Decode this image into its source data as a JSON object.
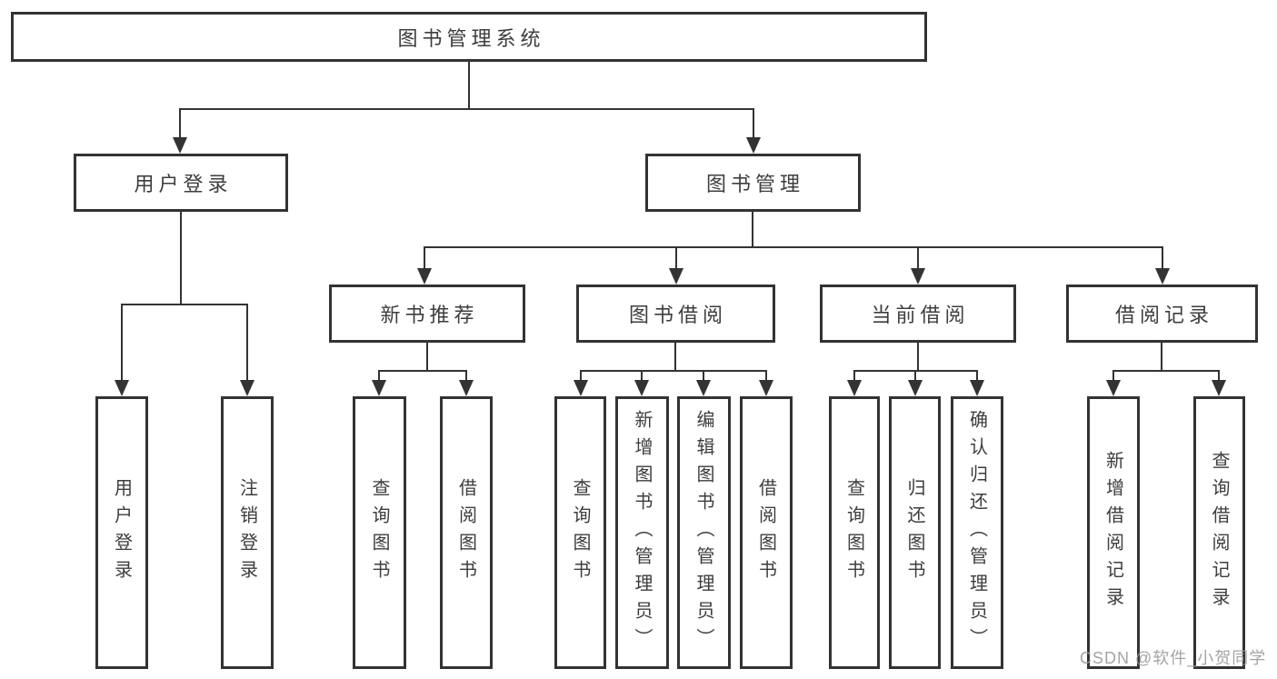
{
  "tree": {
    "label": "图书管理系统",
    "children": [
      {
        "label": "用户登录",
        "children": [
          {
            "label": "用户登录"
          },
          {
            "label": "注销登录"
          }
        ]
      },
      {
        "label": "图书管理",
        "children": [
          {
            "label": "新书推荐",
            "children": [
              {
                "label": "查询图书"
              },
              {
                "label": "借阅图书"
              }
            ]
          },
          {
            "label": "图书借阅",
            "children": [
              {
                "label": "查询图书"
              },
              {
                "label": "新增图书（管理员）"
              },
              {
                "label": "编辑图书（管理员）"
              },
              {
                "label": "借阅图书"
              }
            ]
          },
          {
            "label": "当前借阅",
            "children": [
              {
                "label": "查询图书"
              },
              {
                "label": "归还图书"
              },
              {
                "label": "确认归还（管理员）"
              }
            ]
          },
          {
            "label": "借阅记录",
            "children": [
              {
                "label": "新增借阅记录"
              },
              {
                "label": "查询借阅记录"
              }
            ]
          }
        ]
      }
    ]
  },
  "watermark": {
    "text": "CSDN @软件_小贺同学"
  },
  "colors": {
    "line": "#333333",
    "text": "#3d3d3d",
    "watermark": "#9b9b9b",
    "background": "#ffffff"
  }
}
